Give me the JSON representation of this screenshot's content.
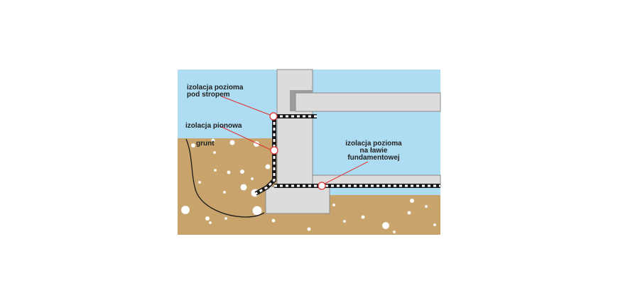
{
  "labels": {
    "horizontal_under_floor": [
      "izolacja pozioma",
      "pod stropem"
    ],
    "vertical": "izolacja pionowa",
    "soil": "grunt",
    "horizontal_on_footing": [
      "izolacja pozioma",
      "na ławie",
      "fundamentowej"
    ]
  },
  "colors": {
    "sky": "#aedcf2",
    "soil": "#c8a46c",
    "concrete": "#dcdcdc",
    "outline": "#8a8a8a",
    "insulation_dark": "#1a1a1a",
    "insulation_light": "#ffffff",
    "leader_line": "#e03030",
    "pebble": "#ffffff"
  }
}
